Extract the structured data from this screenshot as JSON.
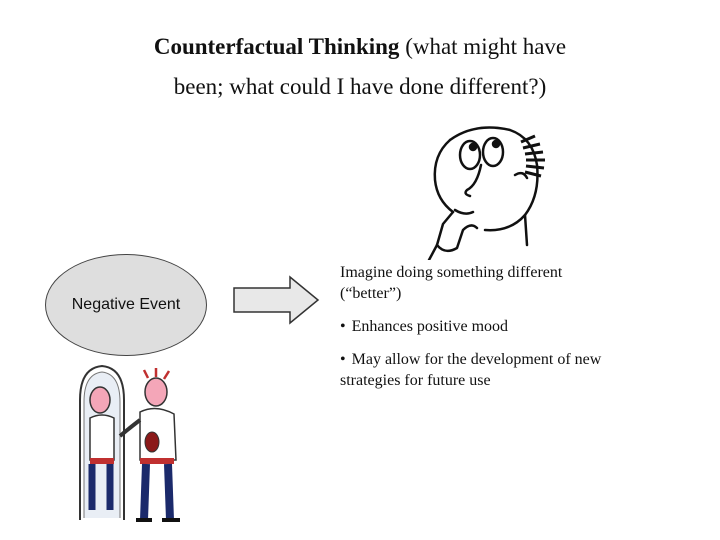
{
  "title": {
    "bold": "Counterfactual Thinking",
    "rest": " (what might have",
    "line2": "been; what could I have done different?)"
  },
  "diagram": {
    "event_label": "Negative Event",
    "arrow_icon": "right-arrow-icon"
  },
  "content": {
    "imagine_line1": "Imagine doing something different",
    "imagine_line2": "(“better”)",
    "bullet_char": "•",
    "bullet1": "Enhances positive mood",
    "bullet2_line1": "May allow for the development of new",
    "bullet2_line2": "strategies for future use"
  },
  "images": {
    "thinker": "pensive-man-icon",
    "mirror": "man-in-mirror-icon"
  }
}
